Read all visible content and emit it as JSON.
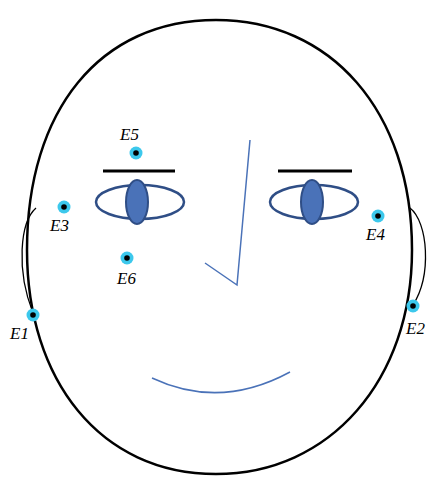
{
  "diagram": {
    "labels": [
      "E5",
      "E3",
      "E4",
      "E6",
      "E1",
      "E2"
    ]
  }
}
